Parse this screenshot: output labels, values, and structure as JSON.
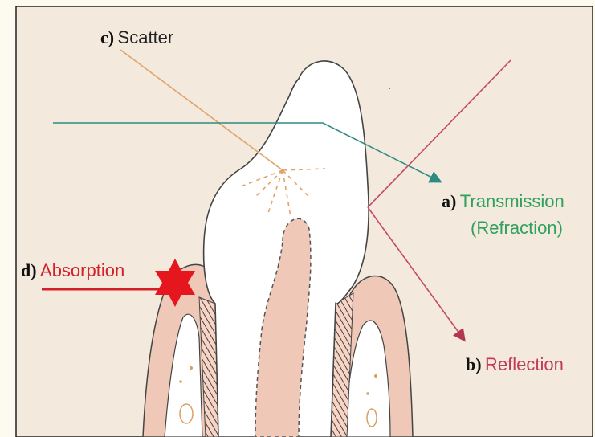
{
  "labels": {
    "scatter": {
      "letter": "c)",
      "text": "Scatter"
    },
    "transmission": {
      "letter": "a)",
      "line1": "Transmission",
      "line2": "(Refraction)"
    },
    "reflection": {
      "letter": "b)",
      "text": "Reflection"
    },
    "absorption": {
      "letter": "d)",
      "text": "Absorption"
    }
  },
  "colors": {
    "background": "#f3e9dd",
    "page_margin": "#fdfaf0",
    "tooth": "#ffffff",
    "pulp_and_gum": "#f0c8b8",
    "scatter": "#e1a36a",
    "transmission": "#2e8b84",
    "reflection": "#c5486a",
    "absorption": "#d42026",
    "transmission_text": "#2fa15d",
    "reflection_text": "#c23b56",
    "absorption_text": "#d42026",
    "scatter_text": "#222222",
    "outline": "#444444"
  }
}
